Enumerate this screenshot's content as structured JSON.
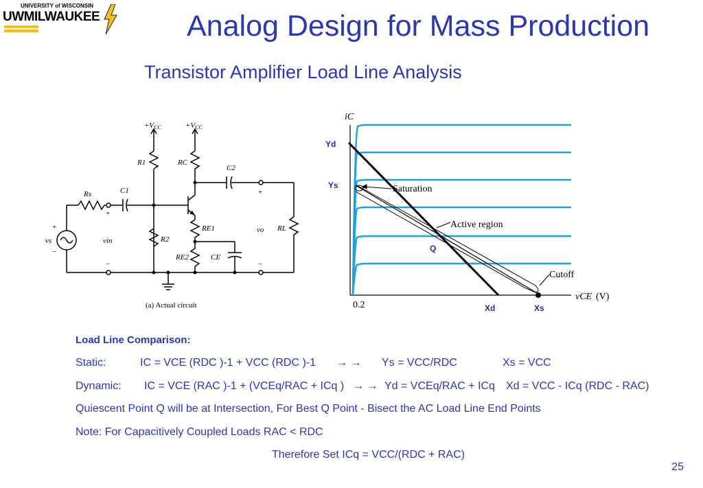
{
  "logo": {
    "line1": "UNIVERSITY of WISCONSIN",
    "line2": "UWMILWAUKEE"
  },
  "title": "Analog Design for Mass Production",
  "subtitle": "Transistor Amplifier Load Line Analysis",
  "circuit": {
    "vcc1": "+V",
    "vcc2": "+V",
    "cc_sub": "CC",
    "r1": "R1",
    "rc": "RC",
    "c2": "C2",
    "rs": "Rs",
    "c1": "C1",
    "re1": "RE1",
    "re2": "RE2",
    "ce": "CE",
    "r2": "R2",
    "rl": "RL",
    "vs": "vs",
    "vin": "vin",
    "vo": "vo",
    "plus": "+",
    "minus": "−",
    "caption": "(a) Actual circuit"
  },
  "graph": {
    "ic_label": "iC",
    "vce_label": "vCE",
    "vce_unit": "(V)",
    "tick": "0.2",
    "yd": "Yd",
    "ys": "Ys",
    "xd": "Xd",
    "xs": "Xs",
    "q": "Q",
    "saturation": "Saturation",
    "active_region": "Active region",
    "cutoff": "Cutoff",
    "curve_color": "#1aa3e0"
  },
  "body": {
    "heading": "Load Line Comparison:",
    "static_label": "Static:",
    "static_eq": "IC  = VCE (RDC )-1  +  VCC (RDC )-1",
    "static_arrows": "→ →",
    "static_ys": "Ys = VCC/RDC",
    "static_xs": "Xs = VCC",
    "dynamic_label": "Dynamic:",
    "dynamic_eq": "IC  = VCE (RAC )-1  +  (VCEq/RAC + ICq )",
    "dynamic_arrows": "→ →",
    "dynamic_yd": "Yd = VCEq/RAC + ICq",
    "dynamic_xd": "Xd = VCC - ICq (RDC - RAC)",
    "quiescent": "Quiescent Point Q will be at Intersection, For Best Q Point - Bisect the AC Load Line End Points",
    "note": "Note:  For Capacitively Coupled Loads RAC <  RDC",
    "therefore": "Therefore Set ICq = VCC/(RDC + RAC)"
  },
  "page_number": "25"
}
